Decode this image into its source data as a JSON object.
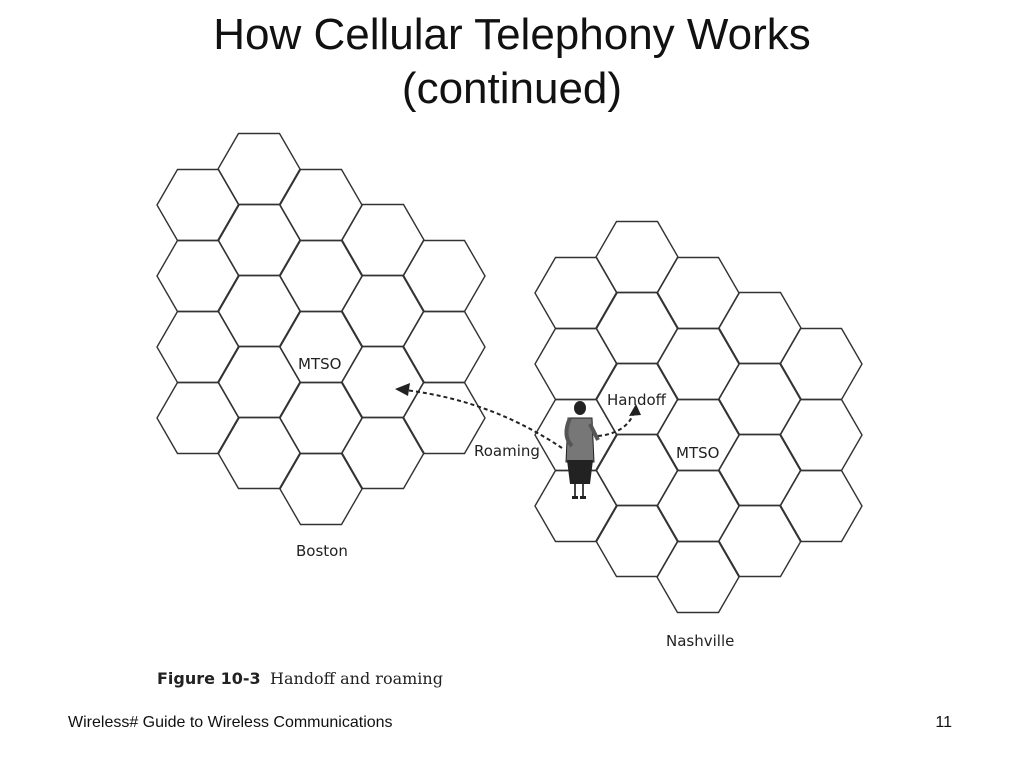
{
  "slide": {
    "title_line1": "How Cellular Telephony Works",
    "title_line2": "(continued)",
    "footer_left": "Wireless# Guide to Wireless Communications",
    "page_number": "11"
  },
  "figure": {
    "labels": {
      "mtso_left": "MTSO",
      "mtso_right": "MTSO",
      "handoff": "Handoff",
      "roaming": "Roaming",
      "boston": "Boston",
      "nashville": "Nashville"
    },
    "caption_number": "Figure 10-3",
    "caption_text": "Handoff and roaming"
  },
  "colors": {
    "line": "#333333",
    "text": "#222222"
  }
}
